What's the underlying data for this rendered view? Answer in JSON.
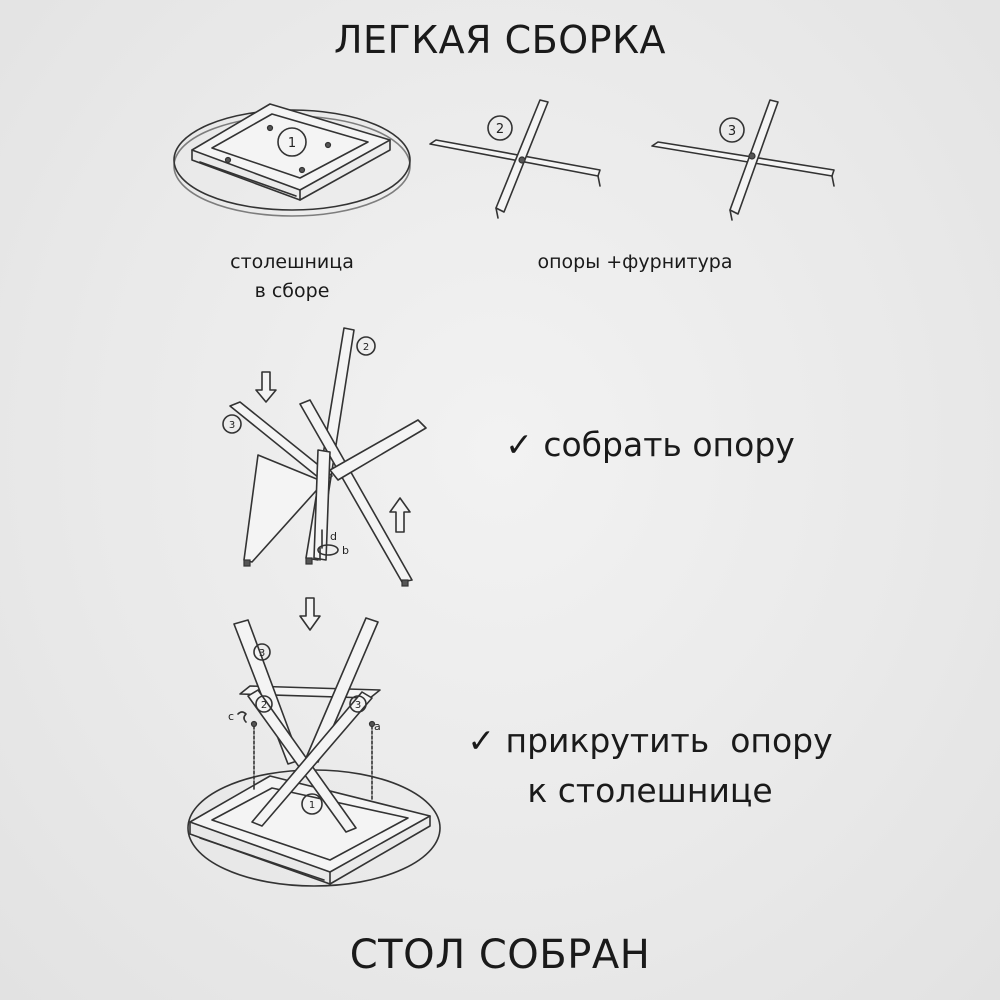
{
  "title_top": "ЛЕГКАЯ СБОРКА",
  "title_bottom": "СТОЛ СОБРАН",
  "captions": {
    "tabletop_line1": "столешница",
    "tabletop_line2": "в сборе",
    "legs": "опоры +фурнитура"
  },
  "steps": {
    "assemble": "✓ собрать опору",
    "attach_line1": "✓ прикрутить  опору",
    "attach_line2": "к столешнице"
  },
  "part_numbers": {
    "tabletop": "1",
    "leg_a": "2",
    "leg_b": "3"
  },
  "hardware_labels": {
    "a": "a",
    "b": "b",
    "c": "c",
    "d": "d"
  },
  "icons": [
    "arrow-down-icon",
    "arrow-up-icon"
  ]
}
